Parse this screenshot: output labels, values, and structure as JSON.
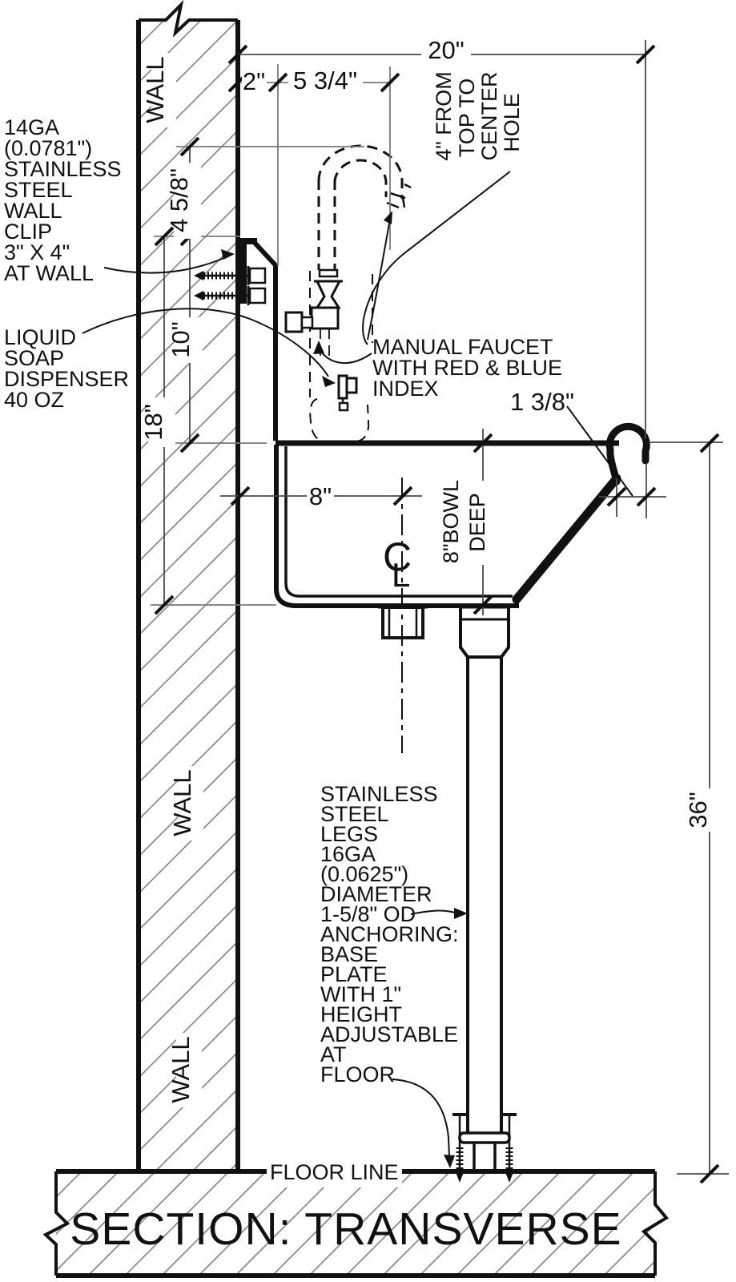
{
  "title": "SECTION: TRANSVERSE",
  "labels": {
    "wall": "WALL",
    "floor_line": "FLOOR LINE",
    "centerline_c": "C",
    "centerline_l": "L"
  },
  "dimensions": {
    "overall_depth": "20\"",
    "wall_to_backsplash": "2\"",
    "backsplash_to_faucet": "5 3/4\"",
    "hole_drop": "4 5/8\"",
    "backsplash_height": "10\"",
    "wall_upper": "18\"",
    "wall_to_drain": "8\"",
    "bowl_depth_l1": "8\"BOWL",
    "bowl_depth_l2": "DEEP",
    "rim_roll": "1 3/8\"",
    "rim_height": "36\""
  },
  "annotations": {
    "wall_clip": {
      "lines": [
        "14GA",
        "(0.0781\")",
        "STAINLESS",
        "STEEL",
        "WALL",
        "CLIP",
        "3\" X 4\"",
        "AT WALL"
      ]
    },
    "soap": {
      "lines": [
        "LIQUID",
        "SOAP",
        "DISPENSER",
        "40 OZ"
      ]
    },
    "faucet": {
      "lines": [
        "MANUAL FAUCET",
        "WITH RED & BLUE",
        "INDEX"
      ]
    },
    "center_hole": {
      "lines": [
        "4\" FROM",
        "TOP TO",
        "CENTER",
        "HOLE"
      ]
    },
    "legs": {
      "lines": [
        "STAINLESS",
        "STEEL",
        "LEGS",
        "16GA",
        "(0.0625\")",
        "DIAMETER",
        "1-5/8\" OD",
        "ANCHORING:",
        "BASE",
        "PLATE",
        "WITH 1\"",
        "HEIGHT",
        "ADJUSTABLE",
        "AT",
        "FLOOR"
      ]
    }
  },
  "colors": {
    "ink": "#111111",
    "construction": "#4a4a4a",
    "hatch": "#8a8a8a",
    "background": "#ffffff"
  }
}
